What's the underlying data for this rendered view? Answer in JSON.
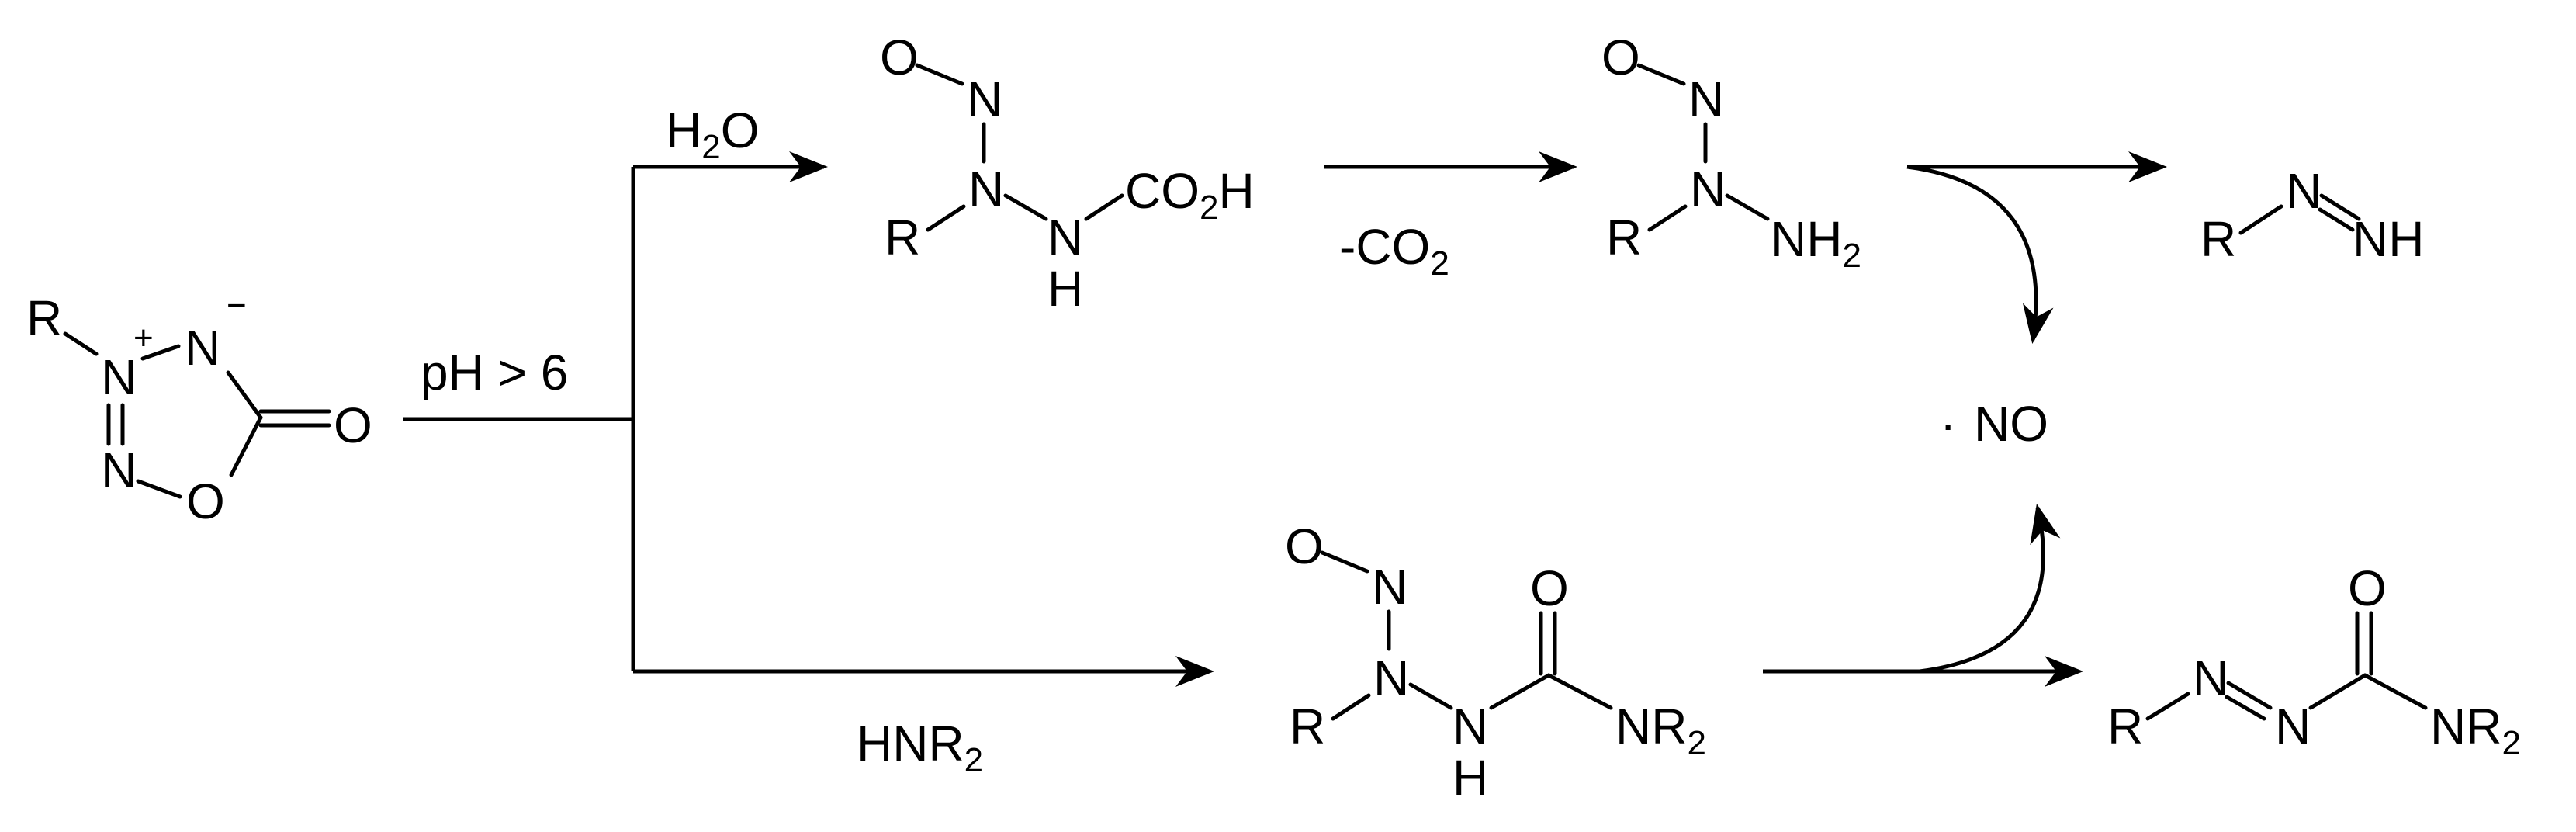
{
  "colors": {
    "ink": "#000000",
    "background": "#ffffff"
  },
  "atoms": {
    "R": "R",
    "N": "N",
    "O": "O",
    "H": "H",
    "C": "C",
    "plus": "+",
    "minus": "−",
    "dot": "·",
    "two": "2",
    "CO": "CO",
    "NH": "NH",
    "NO": "NO",
    "HNR": "HNR",
    "NR": "NR"
  },
  "reagents": {
    "water": "H",
    "water_sub": "2",
    "water_tail": "O",
    "ph": "pH > 6",
    "decarboxylation": "-CO",
    "decarboxylation_sub": "2",
    "amine": "HNR",
    "amine_sub": "2"
  }
}
